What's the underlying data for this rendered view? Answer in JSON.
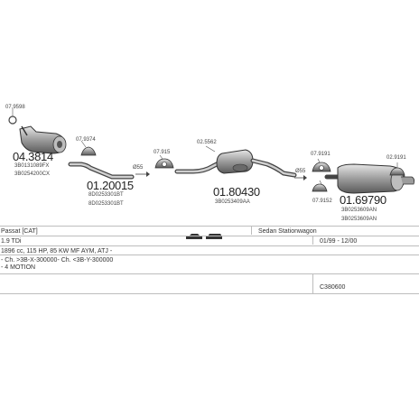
{
  "parts": {
    "p1": {
      "ref": "07.9598"
    },
    "p2": {
      "number": "04.3814",
      "codes": [
        "3B0131089FX",
        "3B0254200CX"
      ]
    },
    "p3": {
      "ref": "07.9374"
    },
    "p4": {
      "number": "01.20015",
      "codes": [
        "8D0253301BT",
        "8D0253301BT"
      ]
    },
    "p5": {
      "ref": "07.915"
    },
    "p6": {
      "ref": "02.5562"
    },
    "p7": {
      "number": "01.80430",
      "codes": [
        "3B0253409AA"
      ]
    },
    "p8": {
      "ref": "07.9191"
    },
    "p9": {
      "ref": "07.9152"
    },
    "p10": {
      "number": "01.69790",
      "codes": [
        "3B0253609AN",
        "3B0253609AN"
      ]
    },
    "p11": {
      "ref": "02.9191"
    }
  },
  "clamp_label": "Ø55",
  "info": {
    "model": "Passat [CAT]",
    "body_type": "Sedan Stationwagon",
    "engine": "1.9 TDi",
    "dates": "01/99 - 12/00",
    "spec1": "1896 cc, 115 HP, 85 KW MF AYM, ATJ -",
    "spec2": "- Ch. >3B-X-300000- Ch. <3B-Y-300000",
    "spec3": "- 4 MOTION",
    "code": "C380600"
  }
}
